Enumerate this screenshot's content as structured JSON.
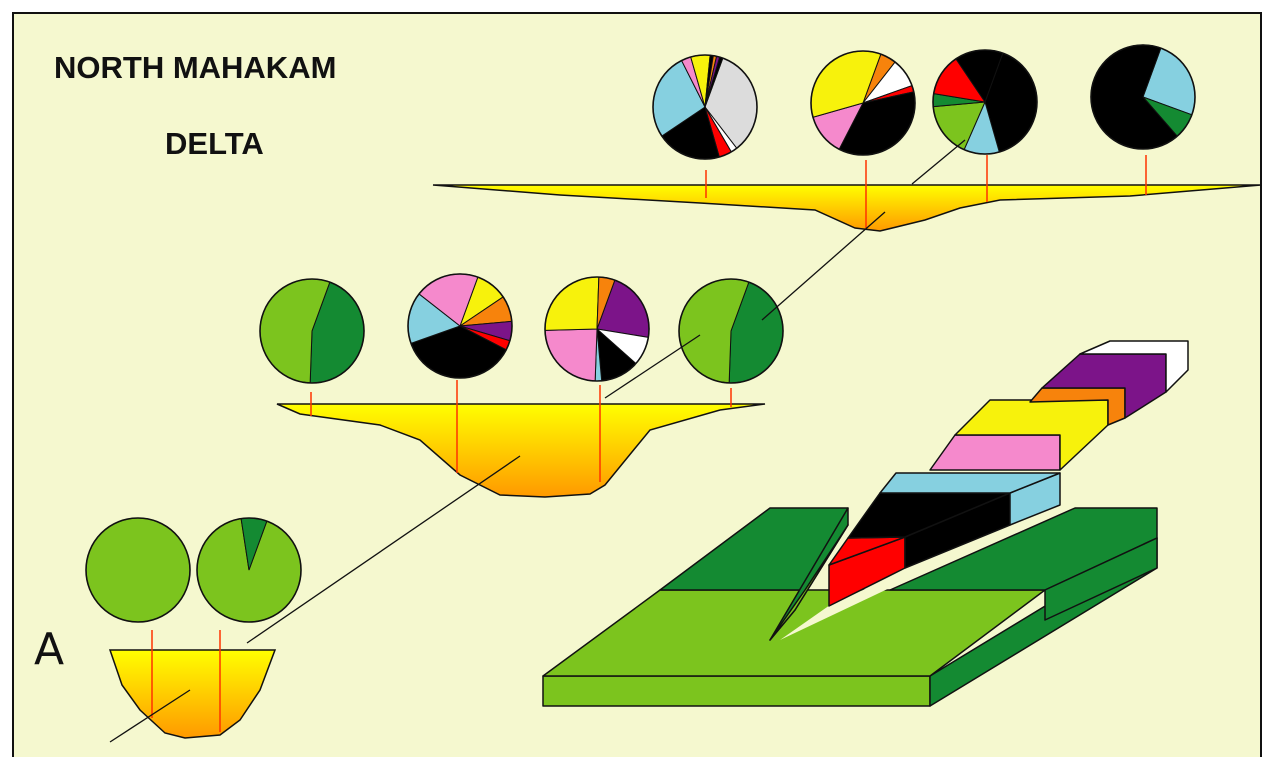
{
  "title": {
    "line1": "NORTH MAHAKAM",
    "line2": "DELTA"
  },
  "panel_label": "A",
  "colors": {
    "background": "#f5f8cf",
    "light_blue": "#86d0e0",
    "black": "#000000",
    "red": "#ff0000",
    "dark_green": "#148a32",
    "light_green": "#7cc41e",
    "pink": "#f589cc",
    "yellow": "#f7f20c",
    "orange": "#f7830c",
    "purple": "#7c1489",
    "white": "#ffffff",
    "light_gray": "#dcdcdc",
    "channel_top": "#ffff00",
    "channel_bottom": "#ff9900",
    "tick_red": "#ff3300"
  },
  "channels": [
    {
      "id": "upper",
      "pies": [
        {
          "slices": [
            {
              "c": "light_gray",
              "v": 34
            },
            {
              "c": "white",
              "v": 2
            },
            {
              "c": "red",
              "v": 4
            },
            {
              "c": "black",
              "v": 20
            },
            {
              "c": "light_blue",
              "v": 27
            },
            {
              "c": "pink",
              "v": 3
            },
            {
              "c": "yellow",
              "v": 6
            },
            {
              "c": "black",
              "v": 1
            },
            {
              "c": "orange",
              "v": 1
            },
            {
              "c": "purple",
              "v": 1
            },
            {
              "c": "black",
              "v": 1
            }
          ]
        },
        {
          "slices": [
            {
              "c": "orange",
              "v": 5
            },
            {
              "c": "white",
              "v": 9
            },
            {
              "c": "red",
              "v": 2
            },
            {
              "c": "black",
              "v": 36
            },
            {
              "c": "pink",
              "v": 13
            },
            {
              "c": "yellow",
              "v": 35
            }
          ]
        },
        {
          "slices": [
            {
              "c": "black",
              "v": 40
            },
            {
              "c": "light_blue",
              "v": 11
            },
            {
              "c": "light_green",
              "v": 17
            },
            {
              "c": "dark_green",
              "v": 4
            },
            {
              "c": "red",
              "v": 13
            },
            {
              "c": "black",
              "v": 15
            }
          ]
        },
        {
          "slices": [
            {
              "c": "light_blue",
              "v": 25
            },
            {
              "c": "dark_green",
              "v": 8
            },
            {
              "c": "black",
              "v": 67
            }
          ]
        }
      ]
    },
    {
      "id": "middle",
      "pies": [
        {
          "slices": [
            {
              "c": "dark_green",
              "v": 45
            },
            {
              "c": "light_green",
              "v": 55
            }
          ]
        },
        {
          "slices": [
            {
              "c": "yellow",
              "v": 10
            },
            {
              "c": "orange",
              "v": 8
            },
            {
              "c": "purple",
              "v": 6
            },
            {
              "c": "red",
              "v": 3
            },
            {
              "c": "black",
              "v": 37
            },
            {
              "c": "light_blue",
              "v": 16
            },
            {
              "c": "pink",
              "v": 20
            }
          ]
        },
        {
          "slices": [
            {
              "c": "purple",
              "v": 22
            },
            {
              "c": "white",
              "v": 9
            },
            {
              "c": "black",
              "v": 12
            },
            {
              "c": "light_blue",
              "v": 2
            },
            {
              "c": "pink",
              "v": 24
            },
            {
              "c": "yellow",
              "v": 26
            },
            {
              "c": "orange",
              "v": 5
            }
          ]
        },
        {
          "slices": [
            {
              "c": "dark_green",
              "v": 45
            },
            {
              "c": "light_green",
              "v": 55
            }
          ]
        }
      ]
    },
    {
      "id": "lower",
      "pies": [
        {
          "slices": [
            {
              "c": "light_green",
              "v": 100
            }
          ]
        },
        {
          "slices": [
            {
              "c": "light_green",
              "v": 92
            },
            {
              "c": "dark_green",
              "v": 8
            }
          ]
        }
      ]
    }
  ],
  "block_stack": {
    "units": [
      "light_green",
      "dark_green",
      "red",
      "black",
      "light_blue",
      "pink",
      "yellow",
      "orange",
      "purple",
      "white"
    ]
  }
}
